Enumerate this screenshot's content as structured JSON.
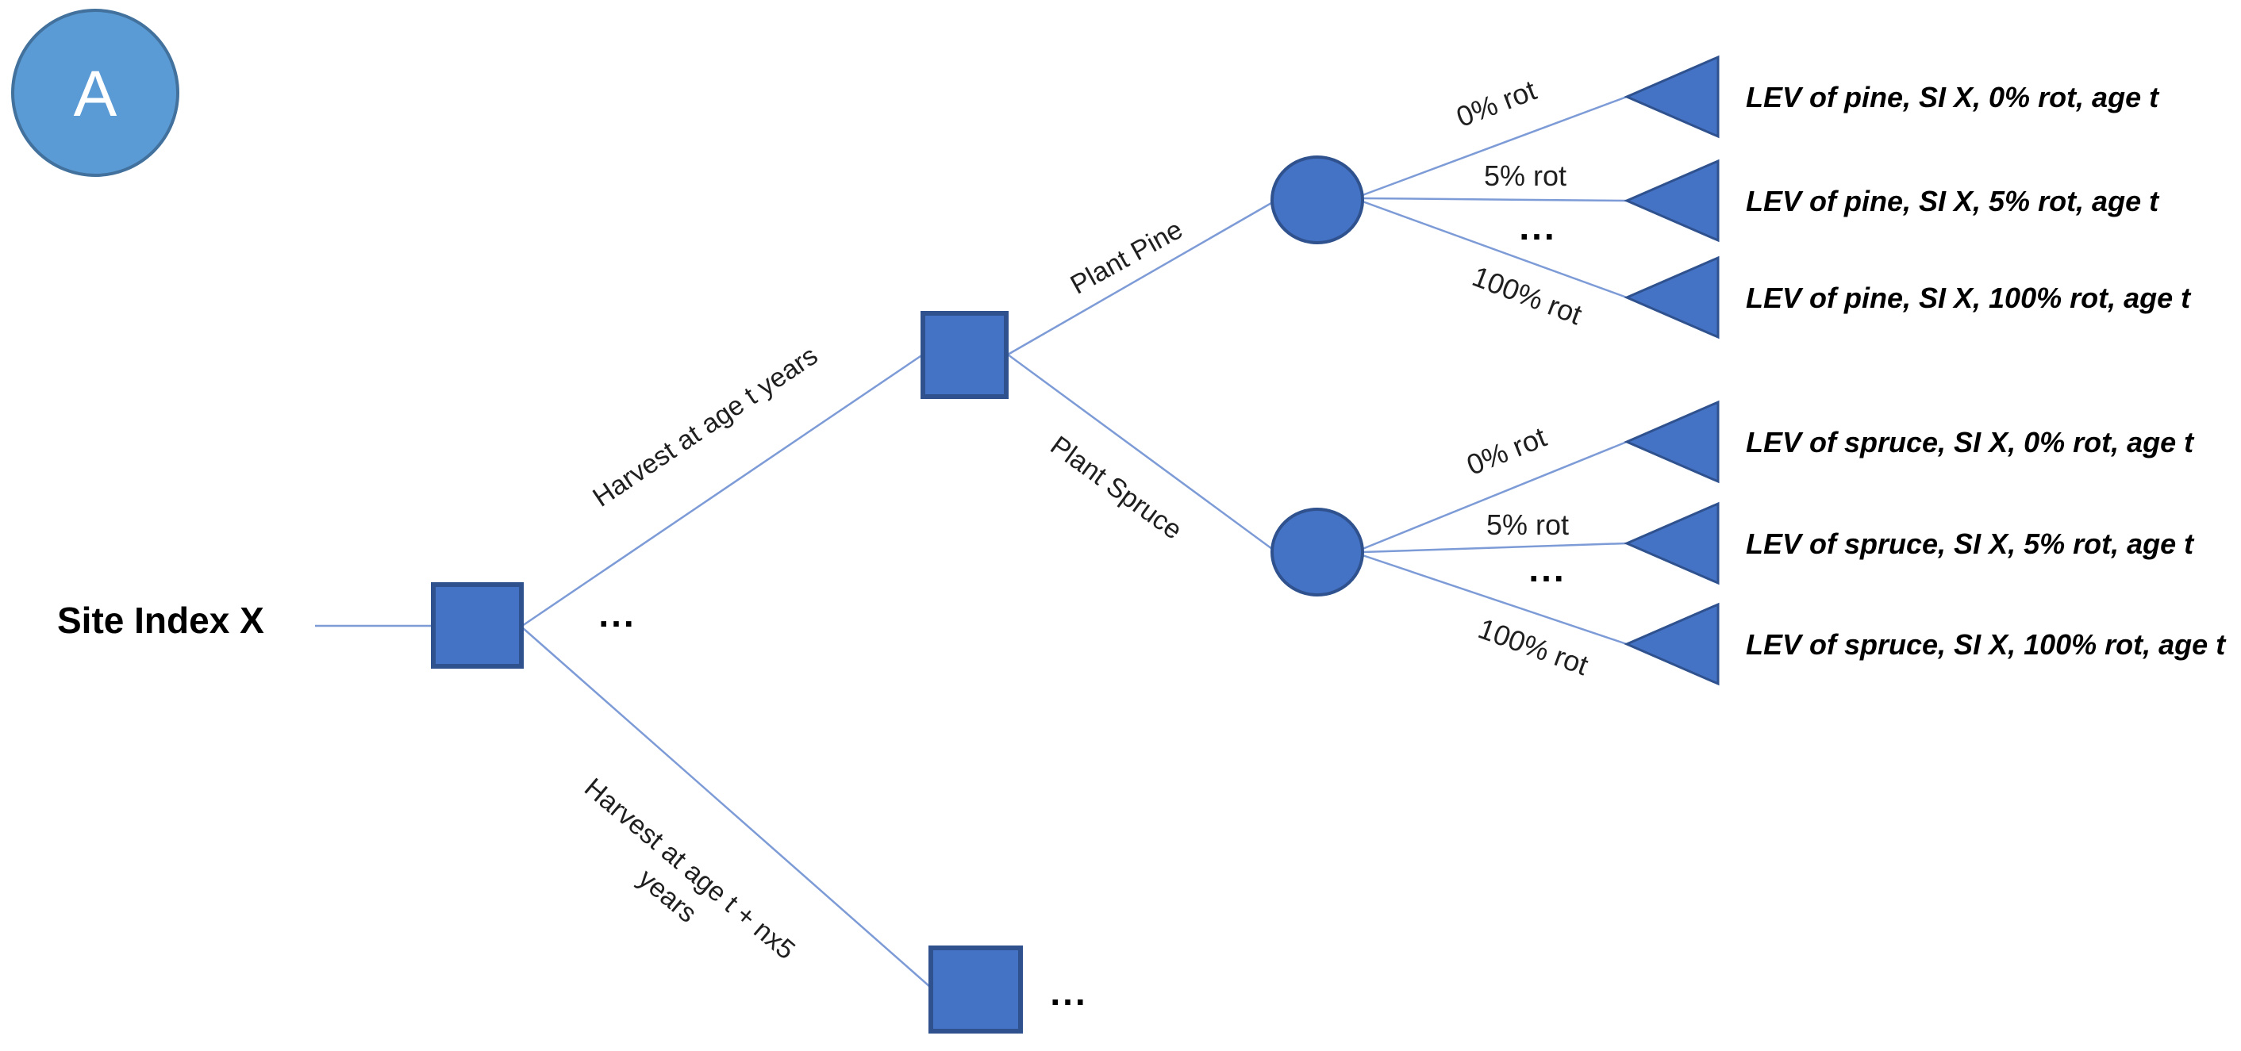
{
  "figure": {
    "panel_label": "A"
  },
  "root_label": "Site Index X",
  "branches": {
    "harvest_t": "Harvest at age t years",
    "harvest_later_line1": "Harvest at age  t + nx5",
    "harvest_later_line2": "years",
    "plant_pine": "Plant Pine",
    "plant_spruce": "Plant Spruce",
    "rot_0": "0% rot",
    "rot_5": "5% rot",
    "rot_100": "100% rot",
    "ellipsis": "..."
  },
  "outcomes": {
    "pine": [
      "LEV of pine, SI X, 0% rot, age t",
      "LEV of pine, SI X, 5% rot, age t",
      "LEV of pine, SI X, 100% rot, age t"
    ],
    "spruce": [
      "LEV of spruce, SI X, 0% rot, age  t",
      "LEV of spruce, SI X, 5% rot, age t",
      "LEV of spruce, SI X, 100% rot, age t"
    ]
  },
  "colors": {
    "node_fill": "#4472C4",
    "node_stroke": "#2F528F",
    "panel_fill": "#5B9BD5",
    "panel_stroke": "#41719C",
    "connector": "#7D9BD6",
    "label_text": "#1F1F1F",
    "outcome_text": "#000000",
    "panel_letter": "#FFFFFF"
  }
}
